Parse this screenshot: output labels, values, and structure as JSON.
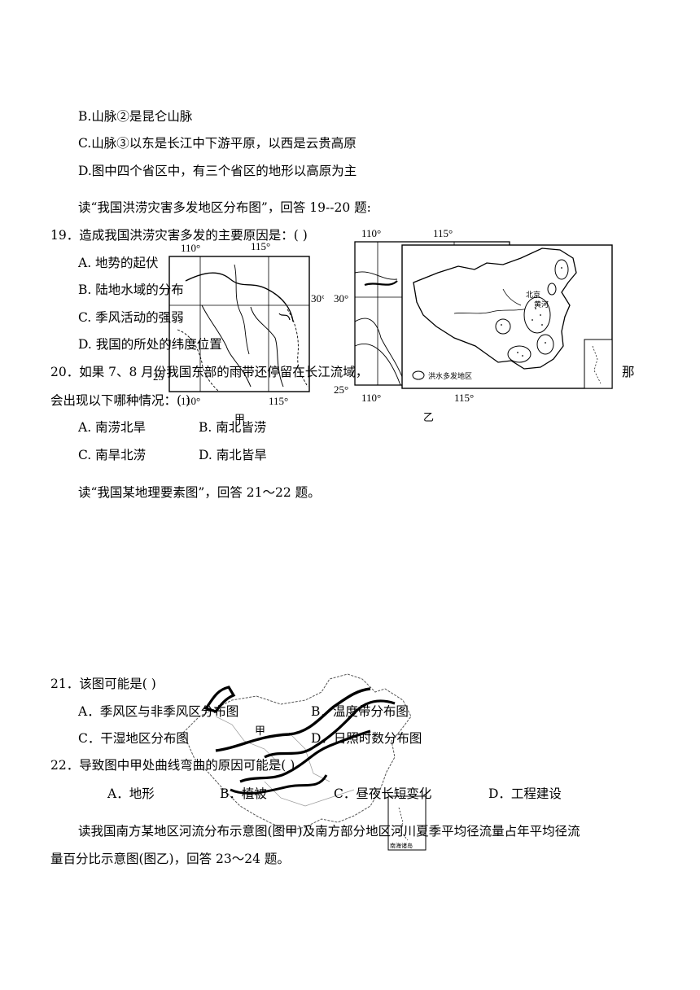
{
  "q18": {
    "b": "B.山脉②是昆仑山脉",
    "c": "C.山脉③以东是长江中下游平原，以西是云贵高原",
    "d": "D.图中四个省区中，有三个省区的地形以高原为主"
  },
  "intro_19_20": "读“我国洪涝灾害多发地区分布图”，回答 19--20 题:",
  "q19": {
    "stem": "19．造成我国洪涝灾害多发的主要原因是：(      )",
    "a": "A.  地势的起伏",
    "b": "B.  陆地水域的分布",
    "c": "C.  季风活动的强弱",
    "d": "D.  我国的所处的纬度位置"
  },
  "q20": {
    "stem": "20．如果 7、8 月份我国东部的雨带还停留在长江流域，",
    "stem_tail": "那",
    "line2": "会出现以下哪种情况：(      )",
    "a": "A.  南涝北旱",
    "b": "B.  南北皆涝",
    "c": "C.  南旱北涝",
    "d": "D.  南北皆旱"
  },
  "fig_jia": {
    "top_lon1": "110°",
    "top_lon2": "115°",
    "lat30": "30°",
    "lat25": "25",
    "bot_lon1": "110°",
    "bot_lon2": "115°",
    "caption": "甲"
  },
  "fig_yi": {
    "top_lon1": "110°",
    "top_lon2": "115°",
    "lat30": "30°",
    "lat25": "25°",
    "bot_lon1": "110°",
    "bot_lon2": "115°",
    "caption": "乙",
    "beijing": "北京",
    "river": "黄河",
    "legend": "洪水多发地区"
  },
  "intro_21_22": "读“我国某地理要素图”，回答 21～22 题。",
  "q21": {
    "stem": "21．该图可能是(      )",
    "a": "A．季风区与非季风区分布图",
    "b": "B．温度带分布图",
    "c": "C．干湿地区分布图",
    "d": "D．日照时数分布图"
  },
  "q22": {
    "stem": "22．导致图中甲处曲线弯曲的原因可能是(      )",
    "a": "A．地形",
    "b": "B．植被",
    "c": "C．昼夜长短变化",
    "d": "D．工程建设"
  },
  "map_china": {
    "marker": "甲",
    "inset": "南海诸岛"
  },
  "intro_23_24": {
    "line1": "读我国南方某地区河流分布示意图(图甲)及南方部分地区河川夏季平均径流量占年平均径流",
    "line2": "量百分比示意图(图乙)，回答 23～24 题。"
  }
}
